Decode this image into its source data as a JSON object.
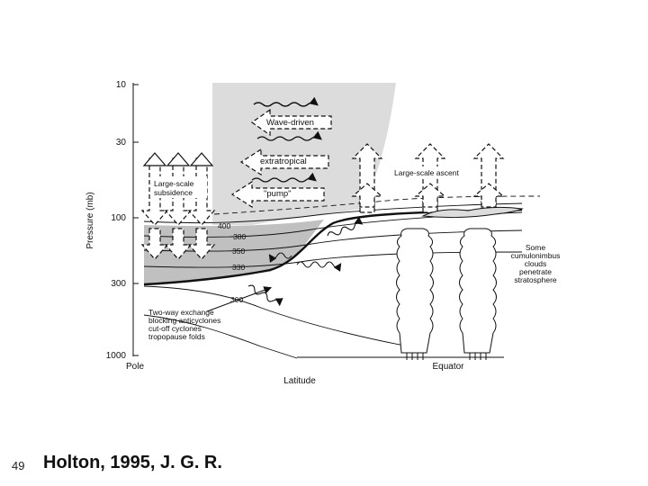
{
  "slide": {
    "number": "49",
    "citation": "Holton, 1995, J. G. R."
  },
  "diagram": {
    "y_axis_label": "Pressure (mb)",
    "y_ticks": [
      "10",
      "30",
      "100",
      "300",
      "1000"
    ],
    "x_axis_label": "Latitude",
    "x_left_label": "Pole",
    "x_right_label": "Equator",
    "isentropes": [
      "400",
      "380",
      "350",
      "330",
      "300"
    ],
    "labels": {
      "wave_driven": "Wave-driven",
      "extratropical": "extratropical",
      "pump": "\"pump\"",
      "subsidence_1": "Large-scale",
      "subsidence_2": "subsidence",
      "ascent": "Large-scale ascent",
      "exchange": [
        "Two-way exchange",
        "blocking anticyclones",
        "cut-off cyclones",
        "tropopause folds"
      ],
      "cumulonimbus": [
        "Some",
        "cumulonimbus",
        "clouds",
        "penetrate",
        "stratosphere"
      ]
    }
  }
}
